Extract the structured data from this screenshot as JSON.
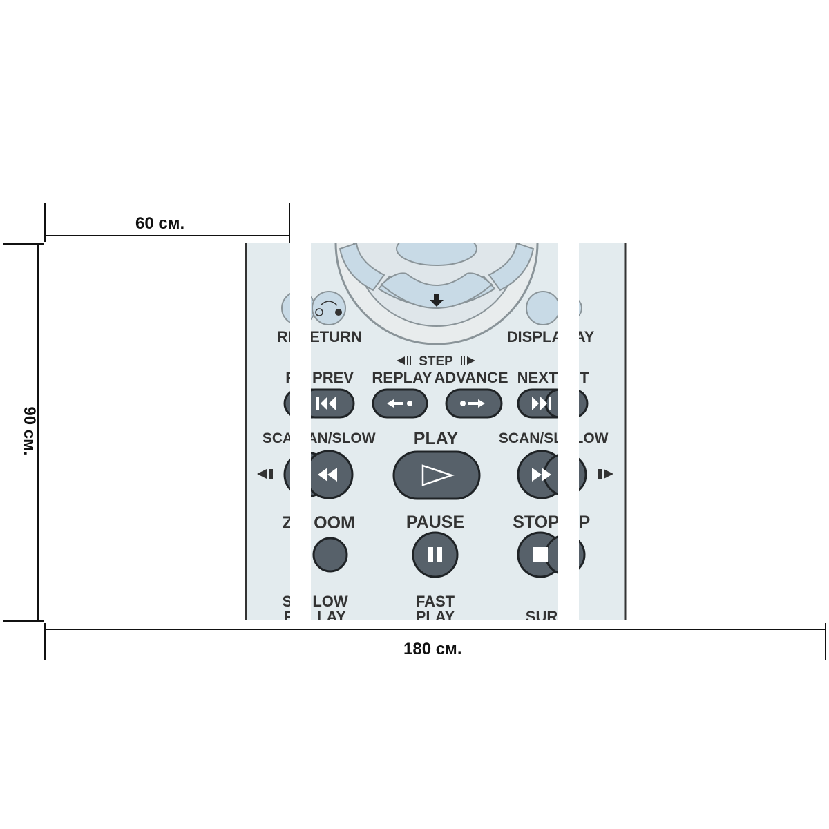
{
  "dimensions": {
    "width_label": "60 см.",
    "height_label": "90 см.",
    "total_width_label": "180 см."
  },
  "remote": {
    "labels": {
      "return": "RE",
      "return2": "ETURN",
      "display": "DISPLA",
      "display2": "AY",
      "step": "STEP",
      "prev_a": "F",
      "prev_b": "PREV",
      "replay": "REPLAY",
      "advance": "ADVANCE",
      "next_a": "NEXT",
      "next_b": "T",
      "scan_l_a": "SCA",
      "scan_l_b": "AN/SLOW",
      "play": "PLAY",
      "scan_r_a": "SCAN/SL",
      "scan_r_b": "LOW",
      "zoom_a": "Z",
      "zoom_b": "OOM",
      "pause": "PAUSE",
      "stop_a": "STOP",
      "stop_b": "P",
      "slow_a": "S",
      "slow_b": "LOW",
      "slow_play_a": "P",
      "slow_play_b": "LAY",
      "fast": "FAST",
      "fast_play": "PLAY",
      "sur": "SUR"
    },
    "colors": {
      "panel": "#e3ebee",
      "button_dark": "#57616a",
      "button_light": "#c8dae6",
      "ring": "#e8eced"
    }
  }
}
